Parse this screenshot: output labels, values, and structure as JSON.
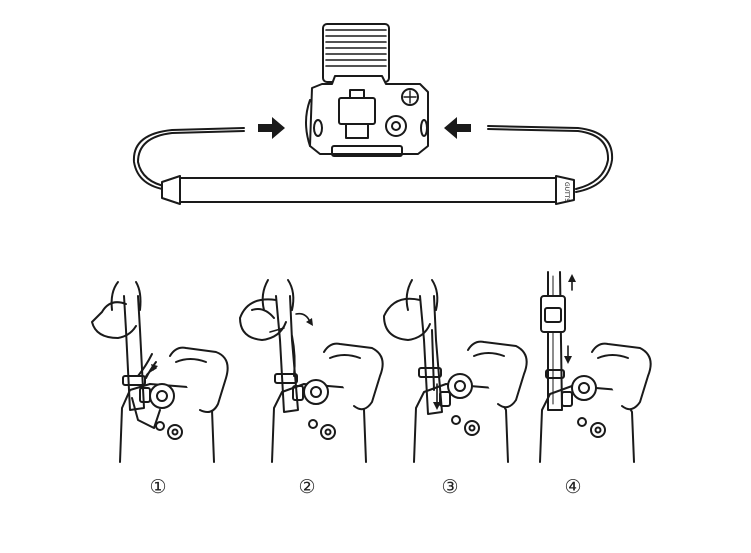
{
  "diagram": {
    "steps": [
      {
        "label": "①"
      },
      {
        "label": "②"
      },
      {
        "label": "③"
      },
      {
        "label": "④"
      }
    ],
    "colors": {
      "line": "#1a1a1a",
      "fill": "#ffffff"
    },
    "icons": [
      "camera-icon",
      "strap-illustration",
      "arrow-right-icon",
      "arrow-left-icon",
      "hand-icon"
    ]
  }
}
